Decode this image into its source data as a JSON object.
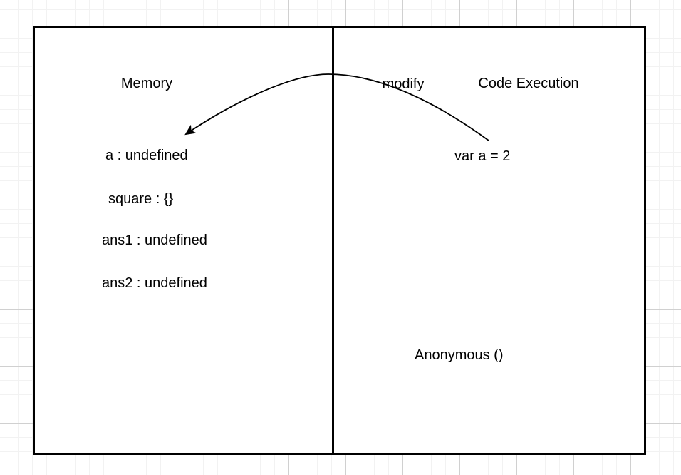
{
  "diagram": {
    "left_panel": {
      "title": "Memory",
      "entries": [
        "a : undefined",
        "square : {}",
        "ans1 : undefined",
        "ans2 : undefined"
      ]
    },
    "right_panel": {
      "title": "Code Execution",
      "entries": [
        "var a = 2",
        "Anonymous ()"
      ]
    },
    "arrow": {
      "label": "modify",
      "from": "var a = 2",
      "to": "a : undefined"
    },
    "colors": {
      "stroke": "#000000",
      "text": "#000000",
      "background": "#ffffff",
      "grid_minor": "#f2f2f2",
      "grid_major": "#d0d0d0"
    }
  }
}
